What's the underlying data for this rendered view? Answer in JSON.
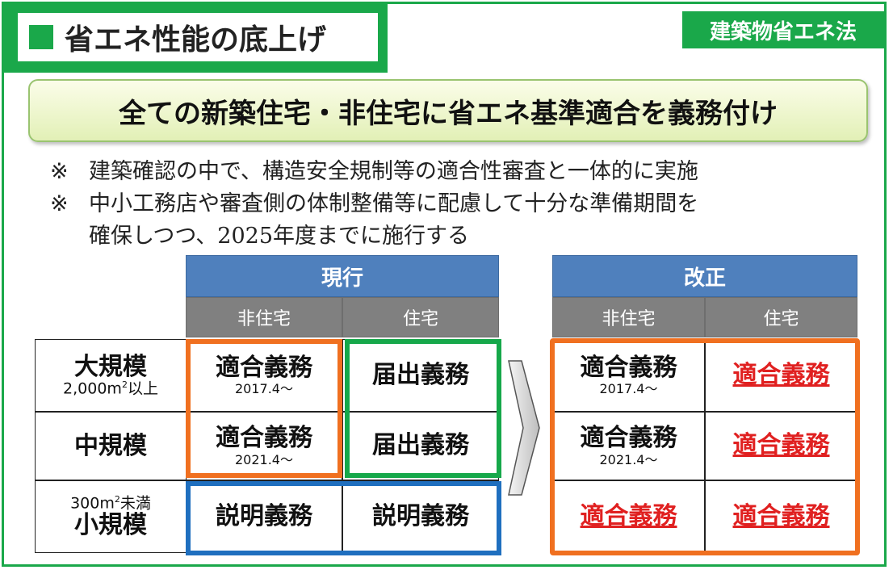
{
  "header": {
    "title": "省エネ性能の底上げ",
    "law_tag": "建築物省エネ法"
  },
  "headline": "全ての新築住宅・非住宅に省エネ基準適合を義務付け",
  "notes": [
    {
      "mark": "※",
      "line1": "建築確認の中で、構造安全規制等の適合性審査と一体的に実施",
      "line2": ""
    },
    {
      "mark": "※",
      "line1": "中小工務店や審査側の体制整備等に配慮して十分な準備期間を",
      "line2": "確保しつつ、2025年度までに施行する"
    }
  ],
  "table": {
    "current_header": "現行",
    "revised_header": "改正",
    "col_nonres": "非住宅",
    "col_res": "住宅",
    "rows": [
      {
        "label": "大規模",
        "sub": "2,000m",
        "sub_sup": "2",
        "sub_tail": "以上"
      },
      {
        "label": "中規模",
        "sub": "",
        "sub_sup": "",
        "sub_tail": ""
      },
      {
        "label": "小規模",
        "sub": "300m",
        "sub_sup": "2",
        "sub_tail": "未満"
      }
    ],
    "current": [
      [
        {
          "text": "適合義務",
          "date": "2017.4～"
        },
        {
          "text": "届出義務",
          "date": ""
        }
      ],
      [
        {
          "text": "適合義務",
          "date": "2021.4～"
        },
        {
          "text": "届出義務",
          "date": ""
        }
      ],
      [
        {
          "text": "説明義務",
          "date": ""
        },
        {
          "text": "説明義務",
          "date": ""
        }
      ]
    ],
    "revised": [
      [
        {
          "text": "適合義務",
          "date": "2017.4～"
        },
        {
          "text": "適合義務",
          "date": ""
        }
      ],
      [
        {
          "text": "適合義務",
          "date": "2021.4～"
        },
        {
          "text": "適合義務",
          "date": ""
        }
      ],
      [
        {
          "text": "適合義務",
          "date": ""
        },
        {
          "text": "適合義務",
          "date": ""
        }
      ]
    ]
  },
  "colors": {
    "green": "#1aa84a",
    "blue_header": "#4f80bd",
    "orange": "#f07020",
    "green_outline": "#16a84a",
    "blue_outline": "#1f6fbf",
    "red_text": "#e02020"
  }
}
